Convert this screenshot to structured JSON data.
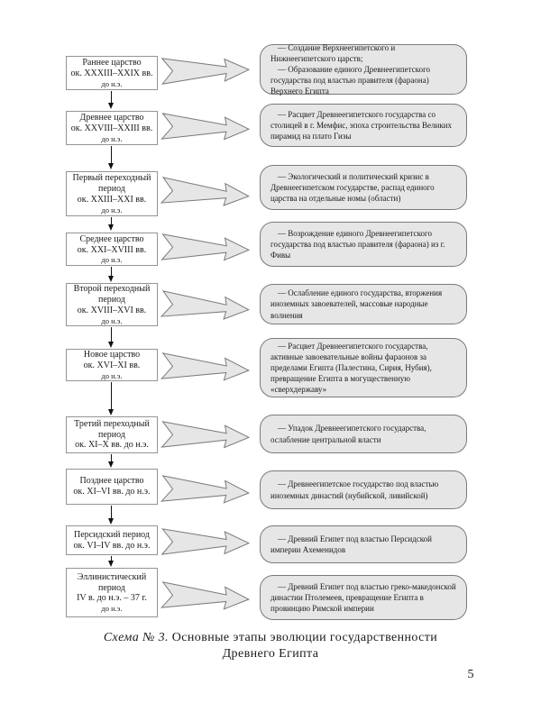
{
  "caption": {
    "label": "Схема № 3.",
    "title_line1": "Основные этапы эволюции государственности",
    "title_line2": "Древнего Египта"
  },
  "page_number": "5",
  "colors": {
    "shape_fill": "#e6e6e6",
    "shape_border": "#7a7a7a",
    "period_box_border": "#949494",
    "text": "#1a1a1a"
  },
  "icons": {
    "flow_arrow": "right-block-arrow-icon",
    "connector": "down-arrow-icon"
  },
  "small_line_text": "до н.э.",
  "stages": [
    {
      "period_lines": [
        "Раннее царство",
        "ок. XXXIII–XXIX вв.",
        "до н.э."
      ],
      "paragraphs": [
        "— Создание Верхнеегипетского и Нижнеегипетского царств;",
        "— Образование единого Древнеегипетского государства под властью правителя (фараона) Верхнего Египта"
      ]
    },
    {
      "period_lines": [
        "Древнее царство",
        "ок. XXVIII–XXIII вв.",
        "до н.э."
      ],
      "paragraphs": [
        "— Расцвет Древнеегипетского государства со столицей в г. Мемфис, эпоха строительства Великих пирамид на плато Гизы"
      ]
    },
    {
      "period_lines": [
        "Первый переходный",
        "период",
        "ок. XXIII–XXI вв.",
        "до н.э."
      ],
      "paragraphs": [
        "— Экологический и политический кризис в Древнеегипетском государстве, распад единого царства на отдельные номы (области)"
      ]
    },
    {
      "period_lines": [
        "Среднее царство",
        "ок. XXI–XVIII вв.",
        "до н.э."
      ],
      "paragraphs": [
        "— Возрождение единого Древнеегипетского государства под властью правителя (фараона) из г. Фивы"
      ]
    },
    {
      "period_lines": [
        "Второй переходный",
        "период",
        "ок. XVIII–XVI вв.",
        "до н.э."
      ],
      "paragraphs": [
        "— Ослабление единого государства, вторжения иноземных завоевателей, массовые народные волнения"
      ]
    },
    {
      "period_lines": [
        "Новое царство",
        "ок. XVI–XI вв.",
        "до н.э."
      ],
      "paragraphs": [
        "— Расцвет Древнеегипетского государства, активные завоевательные войны фараонов за пределами Египта (Палестина, Сирия, Нубия), превращение Египта в могущественную «сверхдержаву»"
      ]
    },
    {
      "period_lines": [
        "Третий переходный",
        "период",
        "ок. XI–X вв. до н.э."
      ],
      "paragraphs": [
        "— Упадок Древнеегипетского государства, ослабление центральной власти"
      ]
    },
    {
      "period_lines": [
        "Позднее царство",
        "ок. XI–VI вв. до н.э."
      ],
      "paragraphs": [
        "— Древнеегипетское государство под властью иноземных династий (нубийской, ливийской)"
      ]
    },
    {
      "period_lines": [
        "Персидский период",
        "ок. VI–IV вв. до н.э."
      ],
      "paragraphs": [
        "— Древний Египет под властью Персидской империи Ахеменидов"
      ]
    },
    {
      "period_lines": [
        "Эллинистический",
        "период",
        "IV в. до н.э. – 37 г.",
        "до н.э."
      ],
      "paragraphs": [
        "— Древний Египет под властью греко-македонской династии Птолемеев, превращение Египта в провинцию Римской империи"
      ]
    }
  ]
}
